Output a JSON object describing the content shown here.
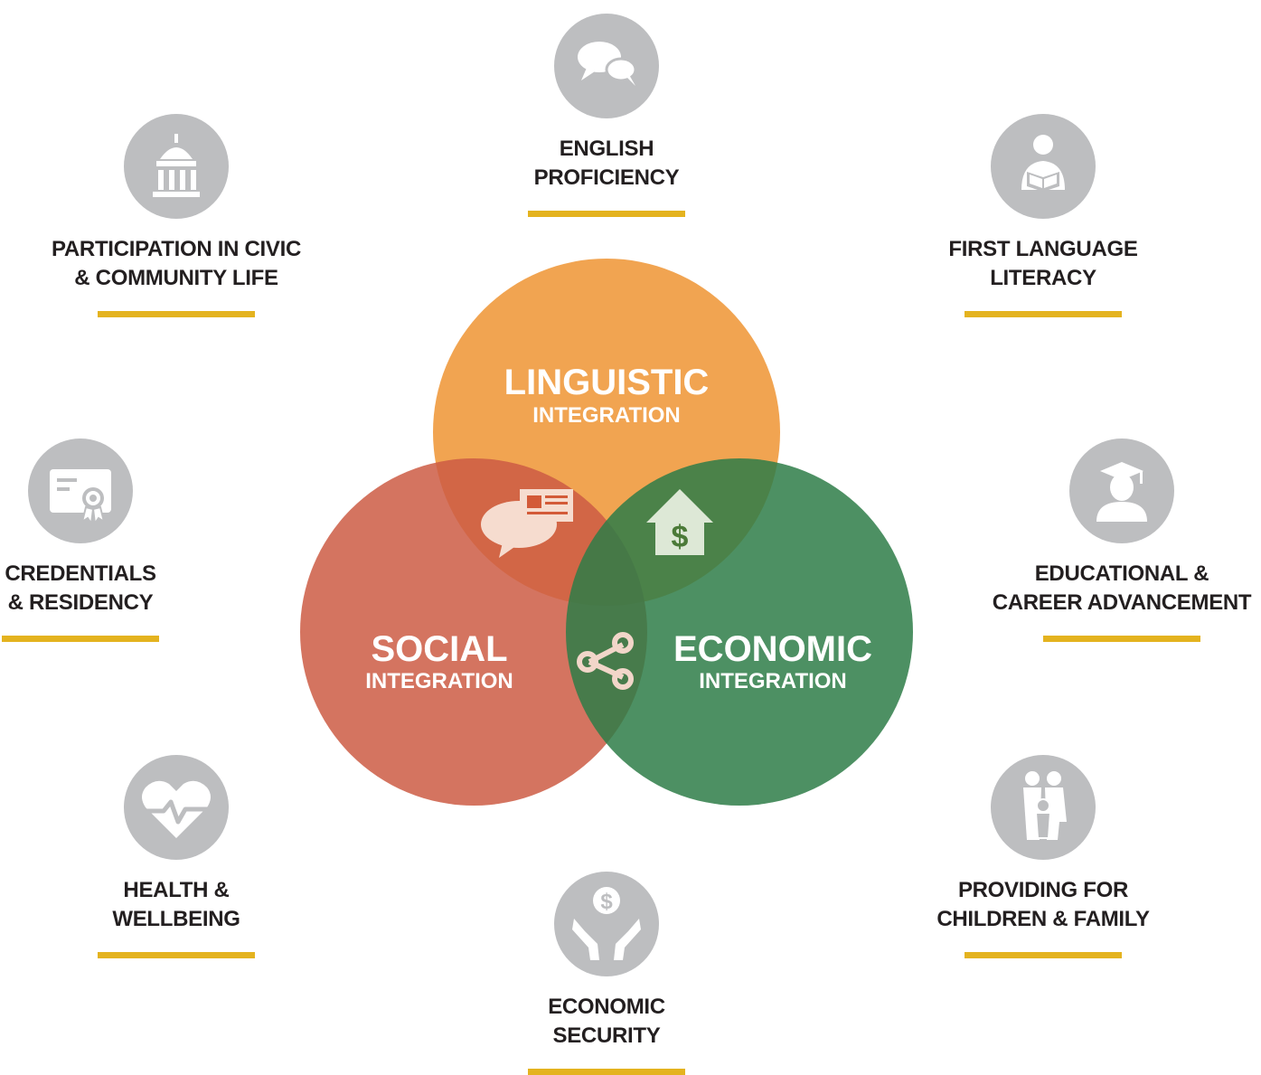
{
  "colors": {
    "linguistic": "#f09a3e",
    "social": "#d0654c",
    "economic": "#2e7d48",
    "icon_circle": "#bdbec0",
    "underline": "#e4b31f"
  },
  "circles": {
    "linguistic": {
      "title": "LINGUISTIC",
      "subtitle": "INTEGRATION"
    },
    "social": {
      "title": "SOCIAL",
      "subtitle": "INTEGRATION"
    },
    "economic": {
      "title": "ECONOMIC",
      "subtitle": "INTEGRATION"
    }
  },
  "overlap_icons": [
    "speech-document-icon",
    "house-dollar-icon",
    "share-icon"
  ],
  "items": [
    {
      "id": "english",
      "icon": "speech-bubbles-icon",
      "line1": "ENGLISH",
      "line2": "PROFICIENCY"
    },
    {
      "id": "civic",
      "icon": "capitol-building-icon",
      "line1": "PARTICIPATION IN CIVIC",
      "line2": "& COMMUNITY LIFE"
    },
    {
      "id": "first-language",
      "icon": "reading-person-icon",
      "line1": "FIRST LANGUAGE",
      "line2": "LITERACY"
    },
    {
      "id": "credentials",
      "icon": "certificate-icon",
      "line1": "CREDENTIALS",
      "line2": "& RESIDENCY"
    },
    {
      "id": "educational",
      "icon": "graduate-icon",
      "line1": "EDUCATIONAL &",
      "line2": "CAREER ADVANCEMENT"
    },
    {
      "id": "health",
      "icon": "heart-pulse-icon",
      "line1": "HEALTH &",
      "line2": "WELLBEING"
    },
    {
      "id": "family",
      "icon": "family-icon",
      "line1": "PROVIDING FOR",
      "line2": "CHILDREN & FAMILY"
    },
    {
      "id": "security",
      "icon": "hands-dollar-icon",
      "line1": "ECONOMIC",
      "line2": "SECURITY"
    }
  ]
}
